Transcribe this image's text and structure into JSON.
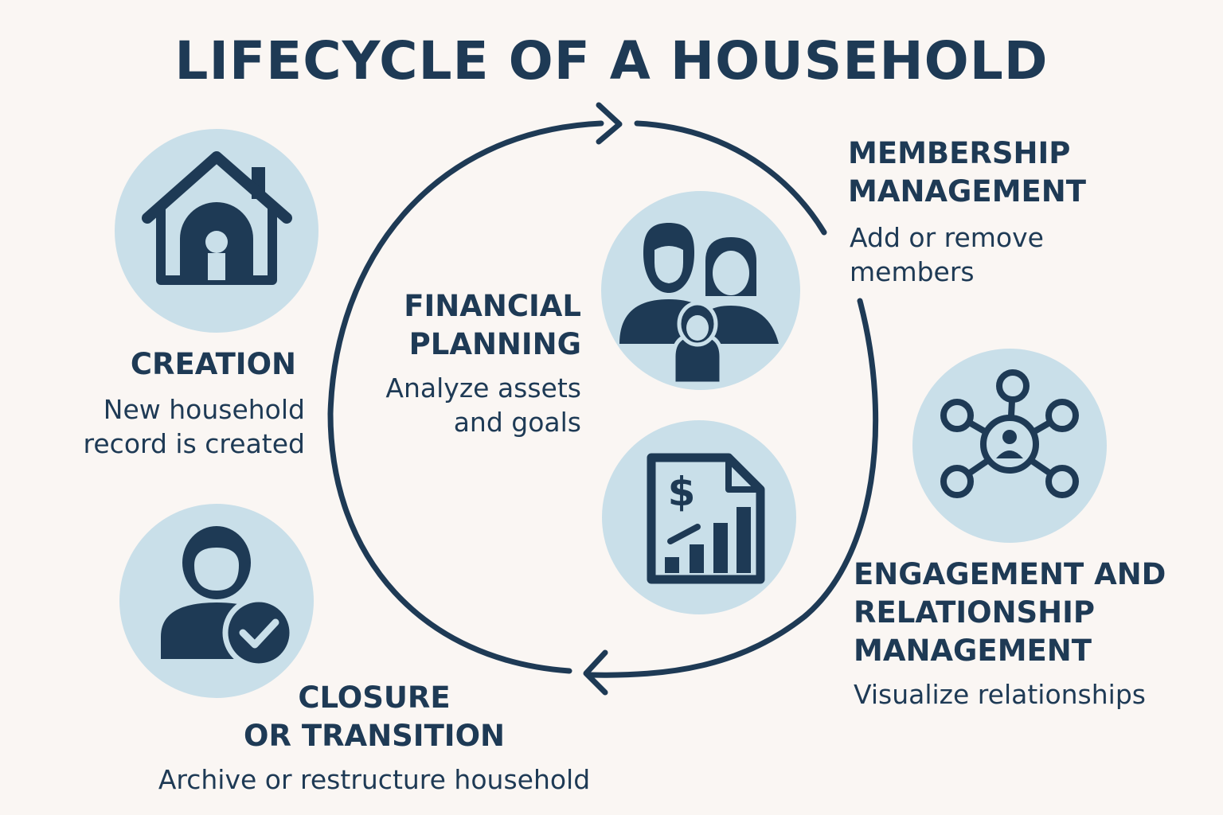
{
  "title": "LIFECYCLE OF A HOUSEHOLD",
  "colors": {
    "background": "#faf6f3",
    "circle_fill": "#c9dfe9",
    "ink": "#1e3a55"
  },
  "stages": {
    "creation": {
      "heading": "CREATION",
      "description": "New household\nrecord is created",
      "icon": "house-icon"
    },
    "financial_planning": {
      "heading": "FINANCIAL\nPLANNING",
      "description": "Analyze assets\nand goals",
      "icon": "financial-report-icon"
    },
    "membership_management": {
      "heading": "MEMBERSHIP\nMANAGEMENT",
      "description": "Add or remove\nmembers",
      "icon": "family-icon"
    },
    "engagement": {
      "heading": "ENGAGEMENT AND\nRELATIONSHIP\nMANAGEMENT",
      "description": "Visualize relationships",
      "icon": "network-icon"
    },
    "closure": {
      "heading": "CLOSURE\nOR TRANSITION",
      "description": "Archive or restructure household",
      "icon": "person-check-icon"
    }
  }
}
